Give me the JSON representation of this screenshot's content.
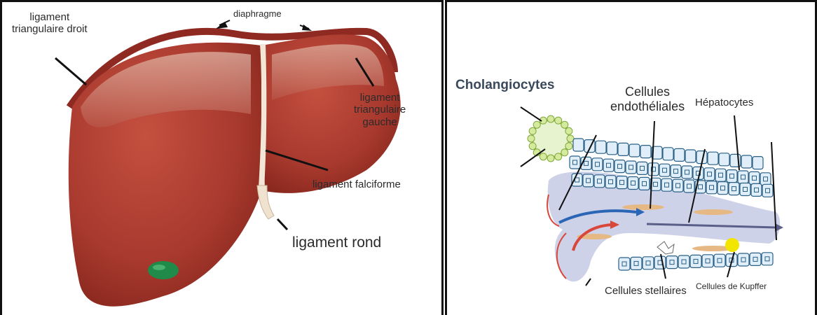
{
  "left_figure": {
    "labels": {
      "diaphragme": "diaphragme",
      "lig_tri_droit_1": "ligament",
      "lig_tri_droit_2": "triangulaire droit",
      "lig_tri_gauche_1": "ligament",
      "lig_tri_gauche_2": "triangulaire",
      "lig_tri_gauche_3": "gauche",
      "lig_falciforme": "ligament falciforme",
      "lig_rond": "ligament rond"
    },
    "colors": {
      "liver": "#a8392e",
      "liver_dark": "#7e2219",
      "gallbladder": "#1f8a4a",
      "ligament": "#f2e6d6"
    }
  },
  "right_figure": {
    "labels": {
      "cholangiocytes": "Cholangiocytes",
      "cellules_endo_1": "Cellules",
      "cellules_endo_2": "endothéliales",
      "hepatocytes": "Hépatocytes",
      "cellules_stellaires": "Cellules stellaires",
      "cellules_kupffer": "Cellules de Kupffer"
    },
    "colors": {
      "cell_fill": "#dfeef8",
      "cell_stroke": "#2a5f86",
      "sinusoid": "#c9cde6",
      "blood_red": "#d9463a",
      "blood_blue": "#2a66b5",
      "kupffer": "#f2e600"
    }
  }
}
